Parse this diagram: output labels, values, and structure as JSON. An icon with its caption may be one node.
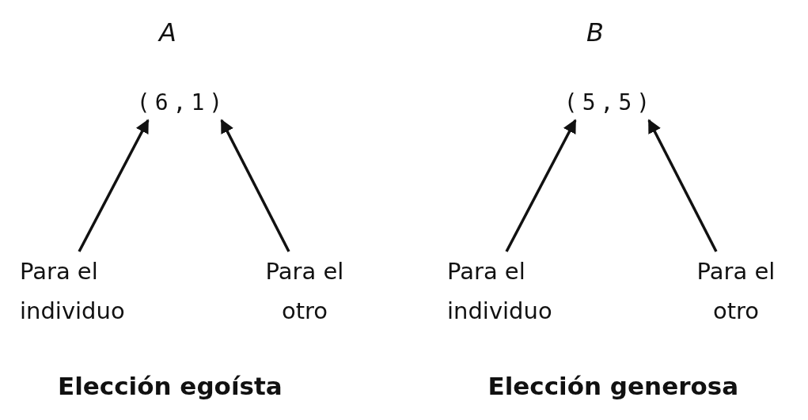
{
  "diagram": {
    "nodes": [
      {
        "text": [
          "(6,1)"
        ]
      },
      {
        "text": [
          "Para el individuo"
        ]
      },
      {
        "text": [
          "Para el otro"
        ]
      },
      {
        "text": [
          "(5,5)"
        ]
      },
      {
        "text": [
          "Para el individuo"
        ]
      },
      {
        "text": [
          "Para el otro"
        ]
      }
    ],
    "edges": [
      {
        "from": 1,
        "to": 0,
        "arrow": "to"
      },
      {
        "from": 2,
        "to": 0,
        "arrow": "to"
      },
      {
        "from": 4,
        "to": 3,
        "arrow": "to"
      },
      {
        "from": 5,
        "to": 3,
        "arrow": "to"
      }
    ],
    "labels": [
      "A",
      "B",
      "Elección egoísta",
      "Elección generosa"
    ]
  }
}
